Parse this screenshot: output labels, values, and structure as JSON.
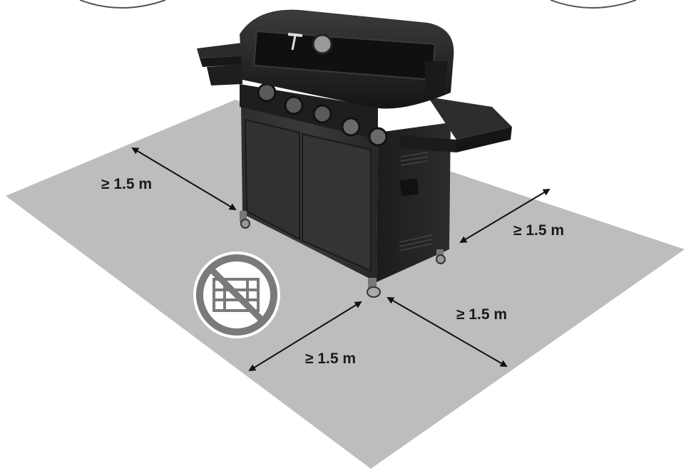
{
  "clearance_labels": {
    "left": "≥ 1.5 m",
    "right": "≥ 1.5 m",
    "front_right": "≥ 1.5 m",
    "front_left": "≥ 1.5 m"
  },
  "colors": {
    "floor_zone": "#bdbdbd",
    "grill_body": "#2a2a2b",
    "grill_dark": "#141415",
    "sign_ring": "#777777",
    "arrow": "#111111"
  },
  "icons": {
    "prohibition_sign": "no-combustible-storage-icon"
  }
}
